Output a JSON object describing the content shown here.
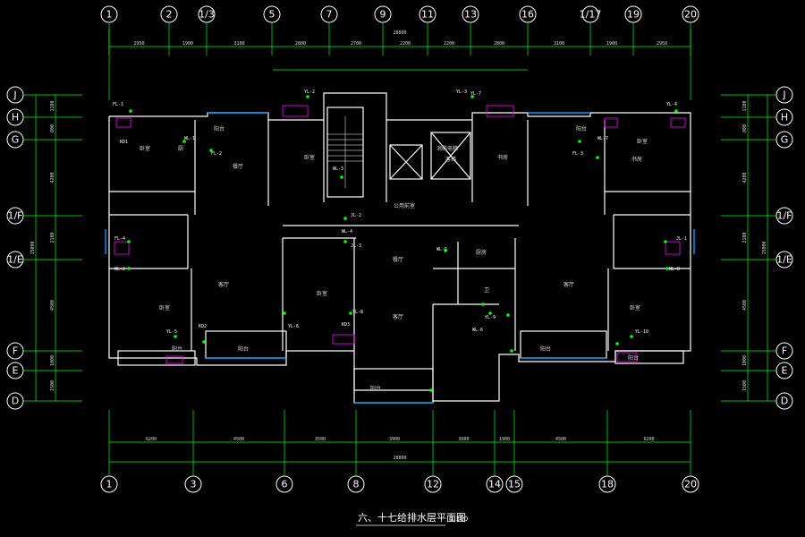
{
  "drawing": {
    "title": "六、十七给排水层平面图",
    "scale": "1:100"
  },
  "top_axes": [
    "1",
    "2",
    "1/3",
    "5",
    "7",
    "9",
    "11",
    "13",
    "16",
    "1/17",
    "19",
    "20"
  ],
  "bottom_axes": [
    "1",
    "3",
    "6",
    "8",
    "12",
    "14",
    "15",
    "18",
    "20"
  ],
  "side_axes": [
    "J",
    "H",
    "G",
    "1/F",
    "1/E",
    "F",
    "E",
    "D"
  ],
  "top_dims": [
    "2950",
    "1900",
    "3100",
    "2800",
    "2700",
    "2200",
    "2200",
    "2800",
    "3100",
    "1900",
    "2950"
  ],
  "top_total": "28800",
  "bottom_dims": [
    "6200",
    "4500",
    "3500",
    "3900",
    "3000",
    "1900",
    "4500",
    "6200"
  ],
  "bottom_total": "28800",
  "side_dims": [
    "1100",
    "800",
    "4200",
    "2100",
    "4500",
    "1000",
    "1500"
  ],
  "side_total": "15000",
  "rooms": [
    "卧室",
    "厨",
    "餐厅",
    "卧室",
    "客厅",
    "卧室",
    "餐厅",
    "客厅",
    "卧室",
    "厨房",
    "客厅",
    "卧室",
    "卧室",
    "阳台",
    "阳台",
    "阳台",
    "阳台",
    "阳台",
    "公用前室",
    "书房",
    "书房",
    "卫",
    "消防电梯",
    "客梯",
    "阳台",
    "阳台"
  ],
  "pipe_tags": [
    "FL-1",
    "YL-2",
    "YL-3",
    "YL-4",
    "WL-1",
    "FL-2",
    "WL-2",
    "FL-4",
    "YL-5",
    "YL-6",
    "YL-7",
    "YL-8",
    "YL-9",
    "WL-3",
    "WL-4",
    "WL-5",
    "WL-6",
    "WL-7",
    "WL-8",
    "YL-10",
    "FL-3",
    "JL-1",
    "JL-2",
    "JL-3",
    "KD1",
    "KD2",
    "KD3"
  ],
  "colors": {
    "background": "#000000",
    "grid_line": "#00ff00",
    "wall": "#ffffff",
    "glass": "#00a0ff",
    "pipe": "#00ff00",
    "fixture": "#ff00ff",
    "text": "#ffffff"
  }
}
